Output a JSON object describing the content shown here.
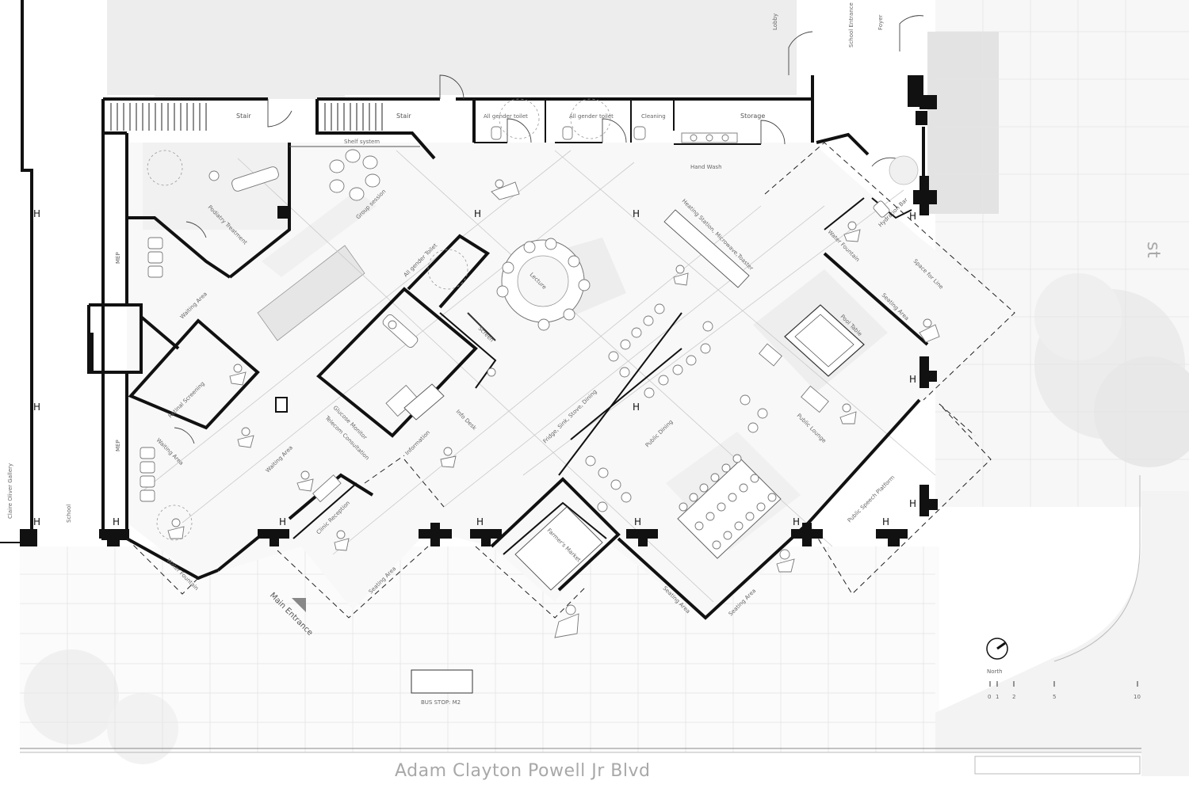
{
  "labels": {
    "stair_1": "Stair",
    "stair_2": "Stair",
    "toilet_1": "All gender toilet",
    "toilet_2": "All gender toilet",
    "cleaning": "Cleaning",
    "storage": "Storage",
    "hand_wash": "Hand Wash",
    "shelf_system": "Shelf system",
    "group_session": "Group session",
    "podiatry": "Podiatry Treatment",
    "mep_1": "MEP",
    "mep_2": "MEP",
    "waiting_1": "Waiting Area",
    "waiting_2": "Waiting Area",
    "waiting_3": "Waiting Area",
    "retinal": "Retinal Screening",
    "all_gender_toilet_c": "All gender Toilet",
    "lecture": "Lecture",
    "screen": "Screen",
    "heating": "Heating Station, Microwave,Toaster",
    "hydration": "Hydration Bar",
    "water_fountain_1": "Water Fountain",
    "water_fountain_2": "Water Fountain",
    "space_line": "Space for Line",
    "seating_1": "Seating Area",
    "seating_2": "Seating Area",
    "seating_3": "Seating Area",
    "seating_4": "Seating Area",
    "pool_table": "Pool Table",
    "public_lounge": "Public Lounge",
    "public_dining": "Public Dining",
    "fridge": "Fridge, Sink, Stove, Dining",
    "glucose": "Glucose Monitor",
    "telecom": "Telecom Consultation",
    "information": "Information",
    "info_desk": "Info Desk",
    "clinic_reception": "Clinic Reception",
    "farmers_market": "Farmer's Market",
    "speech_platform": "Public Speech Platform",
    "main_entrance": "Main Entrance",
    "bus_stop": "BUS STOP: M2",
    "school_v": "School",
    "gallery": "Claire Oliver Gallery",
    "lobby": "Lobby",
    "school_entrance": "School Entrance",
    "foyer": "Foyer",
    "north": "North",
    "street": "Adam Clayton Powell Jr Blvd",
    "st_partial": "st"
  },
  "scale_bar": {
    "ticks": [
      "0",
      "1",
      "2",
      "5",
      "10"
    ]
  },
  "colors": {
    "wall": "#111111",
    "shade": "#ededed",
    "text": "#555555"
  }
}
